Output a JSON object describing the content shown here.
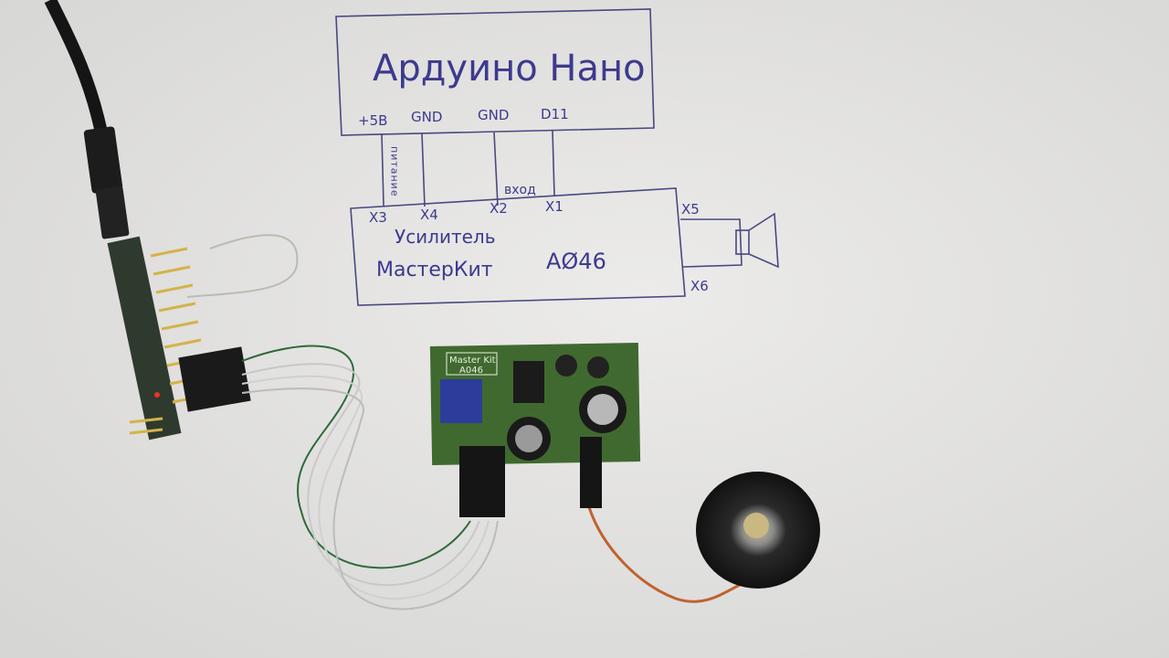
{
  "diagram": {
    "arduino_title": "Ардуино Нано",
    "pins": [
      "+5B",
      "GND",
      "GND",
      "D11"
    ],
    "power_label": "питание",
    "input_label": "вход",
    "amp_pins": [
      "X3",
      "X4",
      "X2",
      "X1"
    ],
    "speaker_pins": [
      "X5",
      "X6"
    ],
    "amp_label_line1": "Усилитель",
    "amp_label_line2": "МастерКит",
    "amp_model": "AØ46"
  },
  "pcb": {
    "label_line1": "Master Kit",
    "label_line2": "A046"
  },
  "colors": {
    "paper": "#e4e4e2",
    "ink": "#3c3a8e",
    "pcb": "#3f6a2e",
    "cable": "#1a1a1a"
  }
}
